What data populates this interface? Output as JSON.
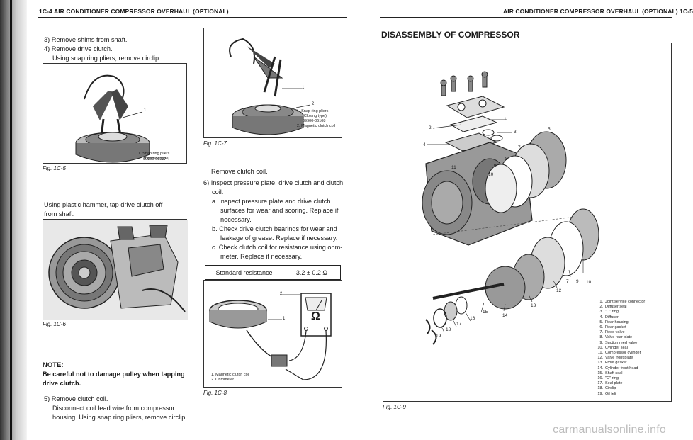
{
  "left_page": {
    "header": "1C-4  AIR CONDITIONER COMPRESSOR OVERHAUL (OPTIONAL)",
    "col1": {
      "step3": "3)  Remove shims from shaft.",
      "step4": "4)  Remove drive clutch.",
      "step4_sub": "Using snap ring pliers, remove circlip.",
      "fig5": {
        "label_num": "1",
        "legend": [
          "1.  Snap ring pliers",
          "(Opening type)",
          "09900-06107"
        ],
        "caption": "Fig. 1C-5"
      },
      "para_hammer": [
        "Using  plastic  hammer,  tap  drive  clutch  off",
        "from shaft."
      ],
      "fig6": {
        "caption": "Fig. 1C-6"
      },
      "note_title": "NOTE:",
      "note_text": [
        "Be careful not to damage pulley when tapping",
        "drive clutch."
      ],
      "step5": "5)  Remove clutch coil.",
      "step5_sub": [
        "Disconnect  coil  lead  wire  from  compressor",
        "housing. Using snap ring pliers, remove circlip."
      ]
    },
    "col2": {
      "fig7": {
        "labels": [
          "1",
          "2"
        ],
        "legend": [
          "1.  Snap ring pliers",
          "(Closing type)",
          "09900-06108",
          "2.  Magnetic clutch coil"
        ],
        "caption": "Fig. 1C-7"
      },
      "remove_coil": "Remove clutch coil.",
      "step6": "6)  Inspect pressure plate, drive clutch and clutch",
      "step6_cont": "coil.",
      "sub_a": [
        "a.  Inspect  pressure  plate  and  drive  clutch",
        "surfaces  for  wear  and  scoring.  Replace  if",
        "necessary."
      ],
      "sub_b": [
        "b.  Check  drive  clutch  bearings  for  wear  and",
        "leakage of grease. Replace if necessary."
      ],
      "sub_c": [
        "c.  Check  clutch  coil  for  resistance  using  ohm-",
        "meter. Replace if necessary."
      ],
      "spec_table": {
        "label": "Standard resistance",
        "value": "3.2 ± 0.2 Ω"
      },
      "fig8": {
        "labels": [
          "2",
          "1"
        ],
        "meter_symbol": "Ω",
        "legend": [
          "1.  Magnetic clutch coil",
          "2.  Ohmmeter"
        ],
        "caption": "Fig. 1C-8"
      }
    }
  },
  "right_page": {
    "header": "AIR CONDITIONER COMPRESSOR OVERHAUL (OPTIONAL)  1C-5",
    "title": "DISASSEMBLY OF COMPRESSOR",
    "fig9": {
      "callouts": [
        "1",
        "2",
        "3",
        "4",
        "5",
        "6",
        "7",
        "8",
        "9",
        "10",
        "11",
        "12",
        "13",
        "14",
        "15",
        "16",
        "17",
        "18",
        "19",
        "7",
        "9",
        "10"
      ],
      "legend": [
        {
          "n": "1.",
          "t": "Joint service connector"
        },
        {
          "n": "2.",
          "t": "Diffuser seal"
        },
        {
          "n": "3.",
          "t": "\"O\" ring"
        },
        {
          "n": "4.",
          "t": "Diffuser"
        },
        {
          "n": "5.",
          "t": "Rear housing"
        },
        {
          "n": "6.",
          "t": "Rear gasket"
        },
        {
          "n": "7.",
          "t": "Reed valve"
        },
        {
          "n": "8.",
          "t": "Valve rear plate"
        },
        {
          "n": "9.",
          "t": "Suction reed valve"
        },
        {
          "n": "10.",
          "t": "Cylinder seal"
        },
        {
          "n": "11.",
          "t": "Compressor cylinder"
        },
        {
          "n": "12.",
          "t": "Valve front plate"
        },
        {
          "n": "13.",
          "t": "Front gasket"
        },
        {
          "n": "14.",
          "t": "Cylinder front head"
        },
        {
          "n": "15.",
          "t": "Shaft seal"
        },
        {
          "n": "16.",
          "t": "\"O\" ring"
        },
        {
          "n": "17.",
          "t": "Seal plate"
        },
        {
          "n": "18.",
          "t": "Circlip"
        },
        {
          "n": "19.",
          "t": "Oil felt"
        }
      ],
      "caption": "Fig. 1C-9"
    }
  },
  "watermark": "carmanualsonline.info"
}
